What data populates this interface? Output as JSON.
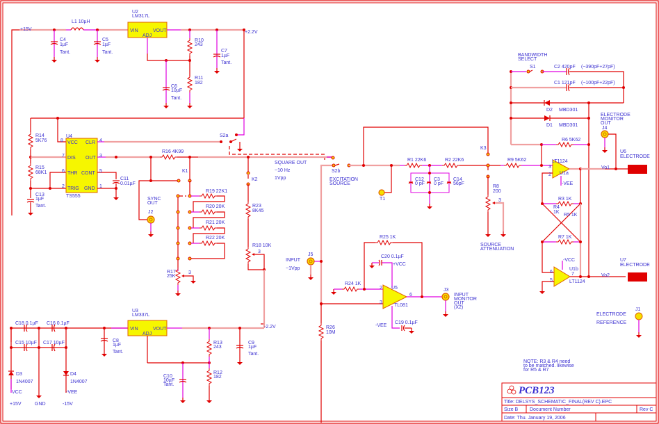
{
  "sheet": {
    "type": "circuit-schematic",
    "title_block": {
      "logo_text": "PCB123",
      "title": "Title: DELSYS_SCHEMATIC_FINAL(REV C).EPC",
      "size": "Size B",
      "document_number": "Document Number",
      "rev": "Rev C",
      "date": "Date: Thu. January 19, 2006"
    },
    "note": [
      "NOTE: R3 & R4 need",
      "to be matched. likewise",
      "for R5 & R7"
    ]
  },
  "rails": {
    "plus15_top": "+15V",
    "plus2v2_top": "+2.2V",
    "minus2v2_bottom": "-2.2V",
    "vcc": "VCC",
    "vee": "-VEE",
    "plus15": "+15V",
    "gnd": "GND",
    "minus15": "-15V",
    "plus_vcc": "+VCC",
    "minus_vcc": "-VCC",
    "minus_vee": "-VEE"
  },
  "components": {
    "L1": "L1 10µH",
    "C4": [
      "C4",
      "1µF",
      "Tant."
    ],
    "C5": [
      "C5",
      "1µF",
      "Tant."
    ],
    "U2": [
      "U2",
      "LM317L"
    ],
    "U2_pins": {
      "vin": "VIN",
      "vout": "VOUT",
      "adj": "ADJ"
    },
    "R10": [
      "R10",
      "243"
    ],
    "R11": [
      "R11",
      "182"
    ],
    "C6": [
      "C6",
      "10µF",
      "Tant."
    ],
    "C7": [
      "C7",
      "1µF",
      "Tant."
    ],
    "U4": [
      "U4",
      "TS555"
    ],
    "U4_pins": {
      "vcc": "VCC",
      "clr": "CLR",
      "dis": "DIS",
      "out": "OUT",
      "thr": "THR",
      "cont": "CONT",
      "trig": "TRIG",
      "gnd": "GND",
      "p8": "8",
      "p4": "4",
      "p7": "7",
      "p3": "3",
      "p6": "6",
      "p5": "5",
      "p2": "2",
      "p1": "1"
    },
    "R14": [
      "R14",
      "5K76"
    ],
    "R15": [
      "R15",
      "68K1"
    ],
    "C13": [
      "C13",
      "1µF",
      "Tant."
    ],
    "C11": [
      "C11",
      "0.01µF"
    ],
    "R16": "R16 4K99",
    "S2a": "S2a",
    "S2b": "S2b",
    "K1": "K1",
    "K2": "K2",
    "K3": "K3",
    "R19": "R19 22K1",
    "R20": "R20 20K",
    "R21": "R21 20K",
    "R22": "R22 20K",
    "R17": [
      "R17",
      "25K"
    ],
    "R23": [
      "R23",
      "8K45"
    ],
    "R18": "R18 10K",
    "J2": [
      "SYNC",
      "OUT",
      "J2"
    ],
    "square_out": [
      "SQUARE OUT",
      "~10 Hz",
      "1Vpp"
    ],
    "excitation": [
      "EXCITATION",
      "SOURCE"
    ],
    "T1": "T1",
    "R1": "R1 22K6",
    "R2": "R2 22K6",
    "C12": [
      "C12",
      "0 pF"
    ],
    "C3": [
      "C3",
      "0 pF"
    ],
    "C14": [
      "C14",
      "56pF"
    ],
    "R8": [
      "R8",
      "200"
    ],
    "source_atten": [
      "SOURCE",
      "ATTENUATION"
    ],
    "R9": "R9 5K62",
    "bandwidth": [
      "BANDWIDTH",
      "SELECT"
    ],
    "S1": "S1",
    "C2": "C2 420pF",
    "C2_note": "(~390pF+27pF)",
    "C1": "C1 121pF",
    "C1_note": "(~100pF+22pF)",
    "D2": [
      "D2",
      "MBD301"
    ],
    "D1": [
      "D1",
      "MBD301"
    ],
    "R6": "R6 5K62",
    "U1a": [
      "LT1124",
      "U1a"
    ],
    "U1b": [
      "U1b",
      "LT1124"
    ],
    "R3": "R3 1K",
    "R4": [
      "R4",
      "1K"
    ],
    "R5": "R5 1K",
    "R7": "R7 1K",
    "J4": [
      "ELECTRODE",
      "MONITOR",
      "OUT",
      "J4"
    ],
    "U6": [
      "U6",
      "ELECTRODE"
    ],
    "U7": [
      "U7",
      "ELECTRODE"
    ],
    "Vo1": "Vo1",
    "Vo2": "Vo2",
    "J1": [
      "J1",
      "ELECTRODE",
      "REFERENCE"
    ],
    "J5": [
      "J5",
      "INPUT",
      "~1Vpp"
    ],
    "R25": "R25 1K",
    "C20": "C20 0.1µF",
    "R24": "R24 1K",
    "U5": [
      "U5",
      "TL081"
    ],
    "C19": "C19 0.1µF",
    "J3": [
      "J3",
      "INPUT",
      "MONITOR",
      "OUT",
      "(X2)"
    ],
    "R26": [
      "R26",
      "10M"
    ],
    "C18": "C18 0.1µF",
    "C16": "C16 0.1µF",
    "C15": "C15 10µF",
    "C17": "C17 10µF",
    "D3": [
      "D3",
      "1N4007"
    ],
    "D4": [
      "D4",
      "1N4007"
    ],
    "U3": [
      "U3",
      "LM337L"
    ],
    "U3_pins": {
      "vin": "VIN",
      "vout": "VOUT",
      "adj": "ADJ"
    },
    "C8": [
      "C8",
      "1µF",
      "Tant."
    ],
    "R13": [
      "R13",
      "243"
    ],
    "R12": [
      "R12",
      "182"
    ],
    "C10": [
      "C10",
      "10µF",
      "Tant."
    ],
    "C9": [
      "C9",
      "1µF",
      "Tant."
    ],
    "pin_nums": {
      "p1": "1",
      "p2": "2",
      "p3": "3",
      "p4": "4",
      "p5": "5",
      "p6": "6",
      "p7": "7",
      "p8": "8"
    }
  },
  "colors": {
    "wire": "#e00000",
    "wire_pink": "#f0a0a0",
    "net_magenta": "#e000e0",
    "ic_fill": "#f6f600",
    "label": "#3a2fd0",
    "border": "#e00000"
  }
}
